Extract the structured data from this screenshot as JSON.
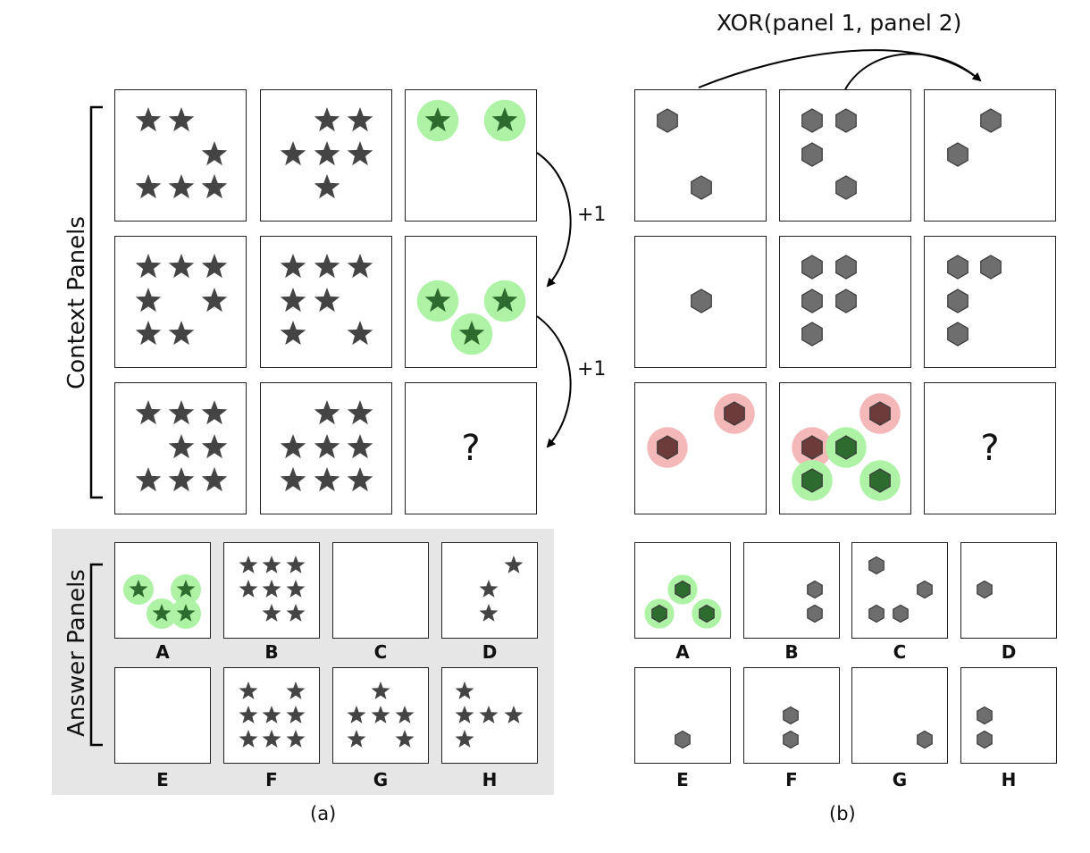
{
  "colors": {
    "shape": "#444444",
    "hexagon": "#6e6e6e",
    "highlight_green_glow": "#aef2a6",
    "highlight_green_shape": "#2e6b2e",
    "highlight_red_glow": "#f5b8b8",
    "highlight_red_shape": "#6e3b3b",
    "answer_background": "#e6e6e6"
  },
  "labels": {
    "context_panels": "Context Panels",
    "answer_panels": "Answer Panels",
    "plus_one_a": "+1",
    "plus_one_b": "+1",
    "xor": "XOR(panel 1, panel 2)",
    "question": "?",
    "sub_a": "(a)",
    "sub_b": "(b)"
  },
  "answer_letters": [
    "A",
    "B",
    "C",
    "D",
    "E",
    "F",
    "G",
    "H"
  ],
  "icons": {
    "star": "star-icon",
    "hexagon": "hexagon-icon"
  }
}
